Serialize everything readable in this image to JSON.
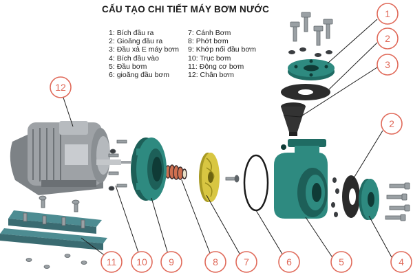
{
  "diagram": {
    "title": "CẤU TẠO CHI TIẾT MÁY BƠM NƯỚC",
    "legend": [
      {
        "num": "1",
        "label": "Bích đầu ra"
      },
      {
        "num": "2",
        "label": "Gioăng đầu ra"
      },
      {
        "num": "3",
        "label": "Đầu xả E máy bơm"
      },
      {
        "num": "4",
        "label": "Bích đầu vào"
      },
      {
        "num": "5",
        "label": "Đầu bơm"
      },
      {
        "num": "6",
        "label": "gioăng đầu bơm"
      },
      {
        "num": "7",
        "label": "Cánh Bơm"
      },
      {
        "num": "8",
        "label": "Phớt bơm"
      },
      {
        "num": "9",
        "label": "Khớp nối đầu bơm"
      },
      {
        "num": "10",
        "label": "Trục bơm"
      },
      {
        "num": "11",
        "label": "Động cơ bơm"
      },
      {
        "num": "12",
        "label": "Chân bơm"
      }
    ],
    "callouts": [
      "1",
      "2",
      "3",
      "2",
      "4",
      "5",
      "6",
      "7",
      "8",
      "9",
      "10",
      "11",
      "12"
    ],
    "colors": {
      "callout": "#e06a5a",
      "pump_teal": "#2e8a80",
      "pump_teal_dark": "#1d5f58",
      "impeller": "#d8c642",
      "gasket": "#333333",
      "motor": "#9ea2a6",
      "motor_dark": "#5f6368",
      "base_rail": "#3a6b71"
    }
  }
}
